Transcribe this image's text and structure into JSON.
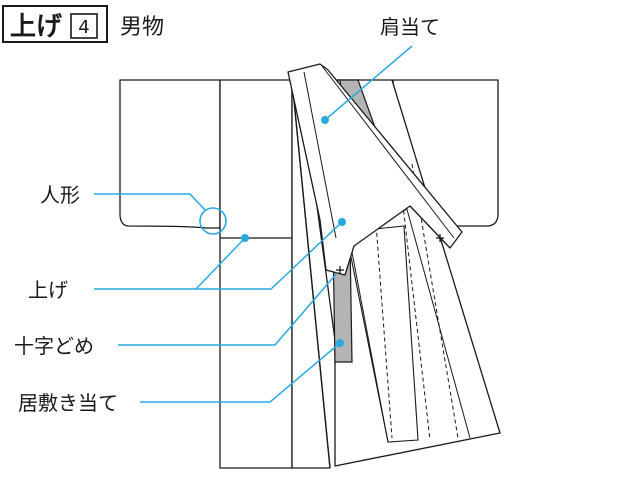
{
  "header": {
    "title": "上げ",
    "step": "4",
    "subtitle": "男物"
  },
  "labels": {
    "kata_ate": "肩当て",
    "ningyo": "人形",
    "age": "上げ",
    "juji_dome": "十字どめ",
    "isiki_ate": "居敷き当て"
  },
  "colors": {
    "line": "#1a1a1a",
    "leader": "#29a9e0",
    "shade": "#b4b4b4"
  }
}
